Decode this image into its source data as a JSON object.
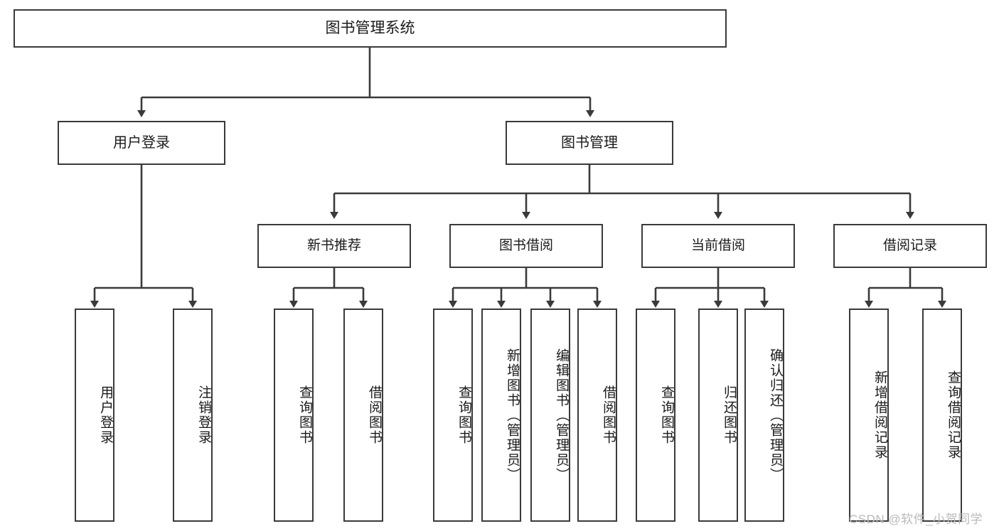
{
  "diagram": {
    "type": "tree",
    "title": "图书管理系统",
    "root": {
      "label": "图书管理系统"
    },
    "level2": [
      {
        "label": "用户登录"
      },
      {
        "label": "图书管理"
      }
    ],
    "level3": [
      {
        "label": "新书推荐"
      },
      {
        "label": "图书借阅"
      },
      {
        "label": "当前借阅"
      },
      {
        "label": "借阅记录"
      }
    ],
    "leaves": {
      "user_login": [
        {
          "label": "用户登录"
        },
        {
          "label": "注销登录"
        }
      ],
      "new_book_recommend": [
        {
          "label": "查询图书"
        },
        {
          "label": "借阅图书"
        }
      ],
      "book_borrow": [
        {
          "label": "查询图书"
        },
        {
          "label": "新增图书（管理员）"
        },
        {
          "label": "编辑图书（管理员）"
        },
        {
          "label": "借阅图书"
        }
      ],
      "current_borrow": [
        {
          "label": "查询图书"
        },
        {
          "label": "归还图书"
        },
        {
          "label": "确认归还（管理员）"
        }
      ],
      "borrow_record": [
        {
          "label": "新增借阅记录"
        },
        {
          "label": "查询借阅记录"
        }
      ]
    }
  },
  "watermark": {
    "text": "CSDN @软件_小贺同学"
  },
  "colors": {
    "box_border": "#3a3a3a",
    "box_fill": "#ffffff",
    "line": "#3a3a3a",
    "text": "#1a1a1a",
    "watermark": "#b9b9b9"
  }
}
